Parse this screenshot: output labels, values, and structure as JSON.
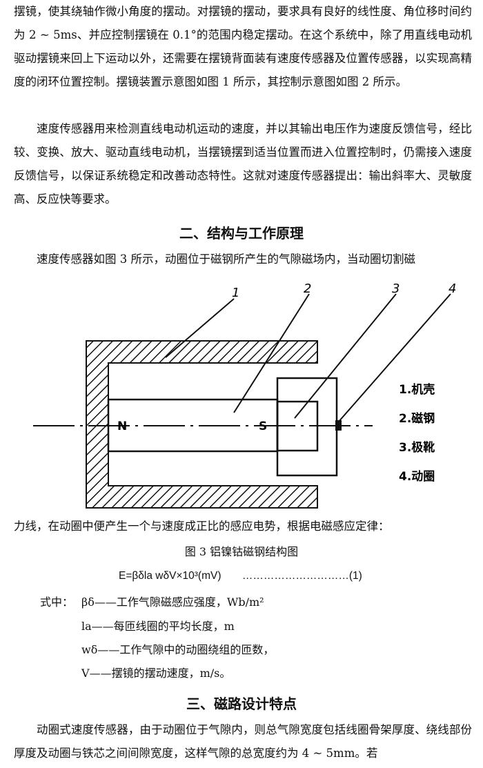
{
  "intro": {
    "p1": "摆镜，使其绕轴作微小角度的摆动。对摆镜的摆动，要求具有良好的线性度、角位移时间约为 2 ~ 5ms、并应控制摆镜在 0.1°的范围内稳定摆动。在这个系统中，除了用直线电动机驱动摆镜来回上下运动以外，还需要在摆镜背面装有速度传感器及位置传感器，以实现高精度的闭环位置控制。摆镜装置示意图如图 1 所示，其控制示意图如图 2 所示。",
    "p2": "速度传感器用来检测直线电动机运动的速度，并以其输出电压作为速度反馈信号，经比较、变换、放大、驱动直线电动机，当摆镜摆到适当位置而进入位置控制时，仍需接入速度反馈信号，以保证系统稳定和改善动态特性。这就对速度传感器提出：输出斜率大、灵敏度高、反应快等要求。"
  },
  "section2": {
    "heading": "二、结构与工作原理",
    "p1": "速度传感器如图 3 所示，动圈位于磁钢所产生的气隙磁场内，当动圈切割磁",
    "p2": "力线，在动圈中便产生一个与速度成正比的感应电势，根据电磁感应定律："
  },
  "figure": {
    "callouts": [
      "1",
      "2",
      "3",
      "4"
    ],
    "pole_n": "N",
    "pole_s": "S",
    "legend": [
      "1.机壳",
      "2.磁钢",
      "3.极靴",
      "4.动圈"
    ],
    "caption": "图 3    铝镍钴磁钢结构图"
  },
  "equation": {
    "text": "E=βδlа wδV×10³(mV)",
    "number": "…………………………(1)"
  },
  "where": {
    "label": "式中：",
    "items": [
      {
        "sym": "βδ",
        "desc": "——工作气隙磁感应强度，Wb/m²"
      },
      {
        "sym": "lа",
        "desc": "——每匝线圈的平均长度，m"
      },
      {
        "sym": "wδ",
        "desc": "——工作气隙中的动圈绕组的匝数，"
      },
      {
        "sym": "V",
        "desc": "——摆镜的摆动速度，m/s。"
      }
    ]
  },
  "section3": {
    "heading": "三、磁路设计特点",
    "p1": "动圈式速度传感器，由于动圈位于气隙内，则总气隙宽度包括线圈骨架厚度、绕线部份厚度及动圈与铁芯之间间隙宽度，这样气隙的总宽度约为 4 ~ 5mm。若"
  }
}
